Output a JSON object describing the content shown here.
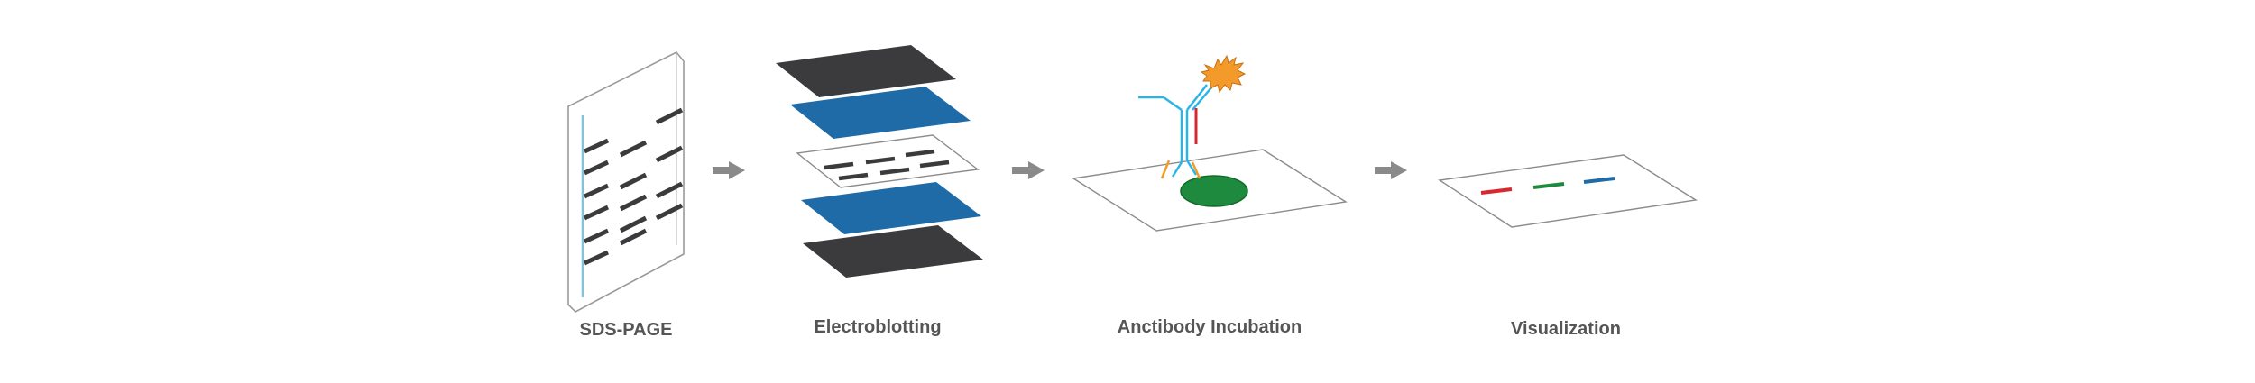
{
  "steps": [
    {
      "label": "SDS-PAGE"
    },
    {
      "label": "Electroblotting"
    },
    {
      "label": "Anctibody Incubation"
    },
    {
      "label": "Visualization"
    }
  ],
  "colors": {
    "dark_layer": "#3b3b3e",
    "blue_layer": "#1f6ba8",
    "outline": "#8c8c8c",
    "band": "#3b3b3e",
    "arrow": "#8a8a8a",
    "antibody_cyan": "#29b5e8",
    "antibody_orange": "#f39a2a",
    "antibody_red": "#d7282f",
    "spot_green": "#1e8a3e",
    "band_red": "#d7282f",
    "band_green": "#1e8a3e",
    "band_blue": "#1f6ba8"
  },
  "icons": [
    "arrow-right-icon",
    "enzyme-burst-icon",
    "antibody-icon"
  ]
}
